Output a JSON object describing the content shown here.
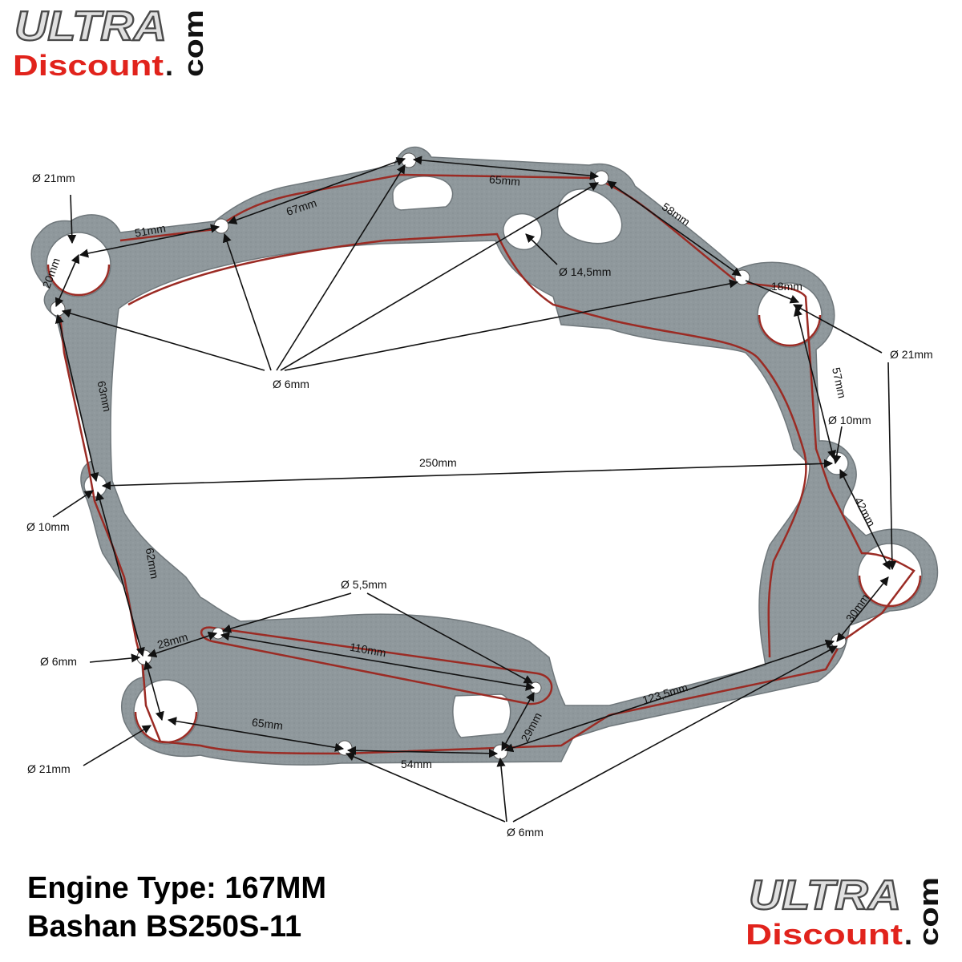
{
  "logo": {
    "ultra": "ULTRA",
    "discount": "Discount",
    "dot": ".",
    "com": "com"
  },
  "caption": {
    "line1": "Engine Type: 167MM",
    "line2": "Bashan BS250S-11"
  },
  "labels": {
    "d21_tl": "Ø 21mm",
    "d21_r": "Ø 21mm",
    "d21_bl": "Ø 21mm",
    "d6_mid": "Ø 6mm",
    "d6_left": "Ø 6mm",
    "d6_bottom": "Ø 6mm",
    "d10_left": "Ø 10mm",
    "d10_right": "Ø 10mm",
    "d14_5": "Ø 14,5mm",
    "d5_5": "Ø 5,5mm",
    "m51": "51mm",
    "m67": "67mm",
    "m65_top": "65mm",
    "m58": "58mm",
    "m18": "18mm",
    "m20": "20mm",
    "m63": "63mm",
    "m57": "57mm",
    "m250": "250mm",
    "m42": "42mm",
    "m62": "62mm",
    "m28": "28mm",
    "m110": "110mm",
    "m30": "30mm",
    "m123_5": "123,5mm",
    "m29": "29mm",
    "m65_bottom": "65mm",
    "m54": "54mm"
  },
  "colors": {
    "gasket": "#8f989c",
    "bead": "#9b2b24",
    "arrow": "#111111",
    "brand_red": "#e1231c"
  }
}
